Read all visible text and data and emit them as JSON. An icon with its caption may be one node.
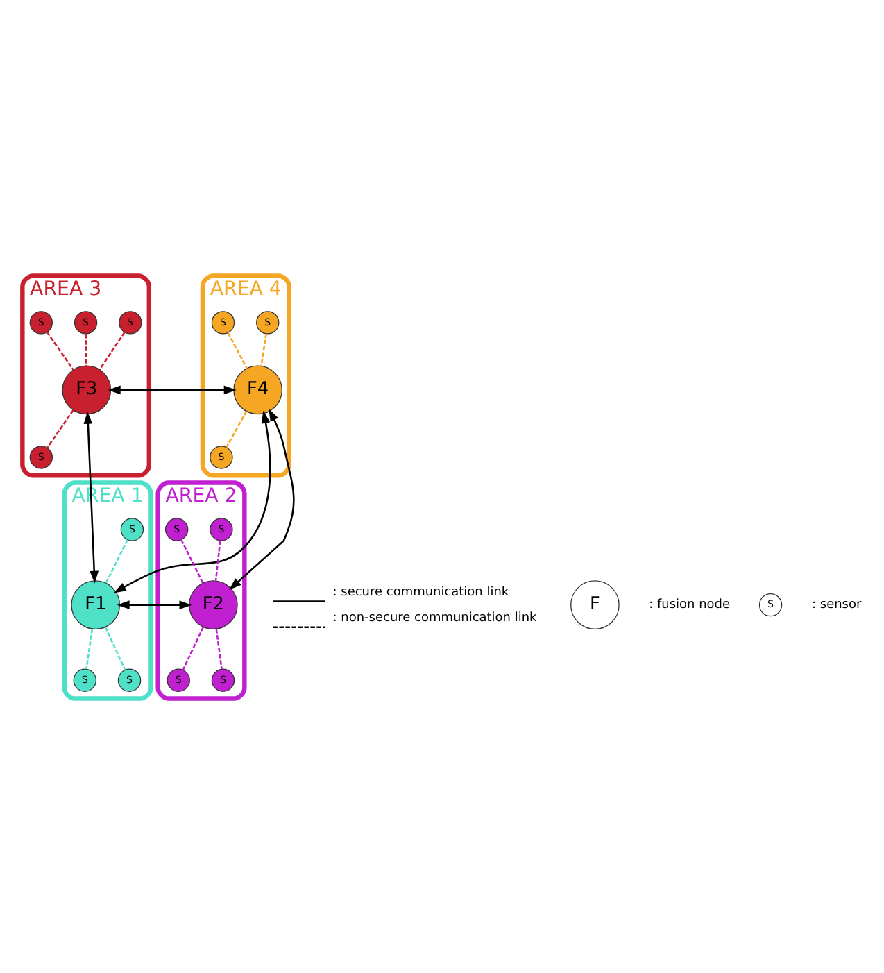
{
  "diagram": {
    "nodes": [
      {
        "text": [
          "AREA 3"
        ]
      },
      {
        "text": [
          "S"
        ],
        "in": 0
      },
      {
        "text": [
          "S"
        ],
        "in": 0
      },
      {
        "text": [
          "S"
        ],
        "in": 0
      },
      {
        "text": [
          "F3"
        ],
        "in": 0
      },
      {
        "text": [
          "S"
        ],
        "in": 0
      },
      {
        "text": [
          "AREA 4"
        ]
      },
      {
        "text": [
          "S"
        ],
        "in": 6
      },
      {
        "text": [
          "S"
        ],
        "in": 6
      },
      {
        "text": [
          "F4"
        ],
        "in": 6
      },
      {
        "text": [
          "S"
        ],
        "in": 6
      },
      {
        "text": [
          "AREA 1"
        ]
      },
      {
        "text": [
          "S"
        ],
        "in": 11
      },
      {
        "text": [
          "F1"
        ],
        "in": 11
      },
      {
        "text": [
          "S"
        ],
        "in": 11
      },
      {
        "text": [
          "S"
        ],
        "in": 11
      },
      {
        "text": [
          "AREA 2"
        ]
      },
      {
        "text": [
          "S"
        ],
        "in": 16
      },
      {
        "text": [
          "S"
        ],
        "in": 16
      },
      {
        "text": [
          "F2"
        ],
        "in": 16
      },
      {
        "text": [
          "S"
        ],
        "in": 16
      },
      {
        "text": [
          "S"
        ],
        "in": 16
      },
      {
        "text": [
          "F"
        ],
        "beside": [
          ": fusion node"
        ]
      },
      {
        "text": [
          "S"
        ],
        "beside": [
          ": sensor"
        ]
      }
    ],
    "edges": [
      {
        "from": 4,
        "to": 9,
        "arrow": "both"
      },
      {
        "from": 4,
        "to": 13,
        "arrow": "both"
      },
      {
        "from": 9,
        "to": 13,
        "arrow": "both"
      },
      {
        "from": 9,
        "to": 19,
        "arrow": "both"
      },
      {
        "from": 13,
        "to": 19,
        "arrow": "both"
      },
      {
        "from": 1,
        "to": 4,
        "arrow": "none",
        "style": "dashed",
        "color": "#c8202f"
      },
      {
        "from": 2,
        "to": 4,
        "arrow": "none",
        "style": "dashed",
        "color": "#c8202f"
      },
      {
        "from": 3,
        "to": 4,
        "arrow": "none",
        "style": "dashed",
        "color": "#c8202f"
      },
      {
        "from": 4,
        "to": 5,
        "arrow": "none",
        "style": "dashed",
        "color": "#c8202f"
      },
      {
        "from": 7,
        "to": 9,
        "arrow": "none",
        "style": "dashed",
        "color": "#f5a623"
      },
      {
        "from": 8,
        "to": 9,
        "arrow": "none",
        "style": "dashed",
        "color": "#f5a623"
      },
      {
        "from": 9,
        "to": 10,
        "arrow": "none",
        "style": "dashed",
        "color": "#f5a623"
      },
      {
        "from": 12,
        "to": 13,
        "arrow": "none",
        "style": "dashed",
        "color": "#4fe0c8"
      },
      {
        "from": 13,
        "to": 14,
        "arrow": "none",
        "style": "dashed",
        "color": "#4fe0c8"
      },
      {
        "from": 13,
        "to": 15,
        "arrow": "none",
        "style": "dashed",
        "color": "#4fe0c8"
      },
      {
        "from": 17,
        "to": 19,
        "arrow": "none",
        "style": "dashed",
        "color": "#c020d0"
      },
      {
        "from": 18,
        "to": 19,
        "arrow": "none",
        "style": "dashed",
        "color": "#c020d0"
      },
      {
        "from": 19,
        "to": 20,
        "arrow": "none",
        "style": "dashed",
        "color": "#c020d0"
      },
      {
        "from": 19,
        "to": 21,
        "arrow": "none",
        "style": "dashed",
        "color": "#c020d0"
      }
    ],
    "legend": [
      {
        "text": ": secure communication link"
      },
      {
        "text": ": non-secure communication link"
      }
    ]
  }
}
